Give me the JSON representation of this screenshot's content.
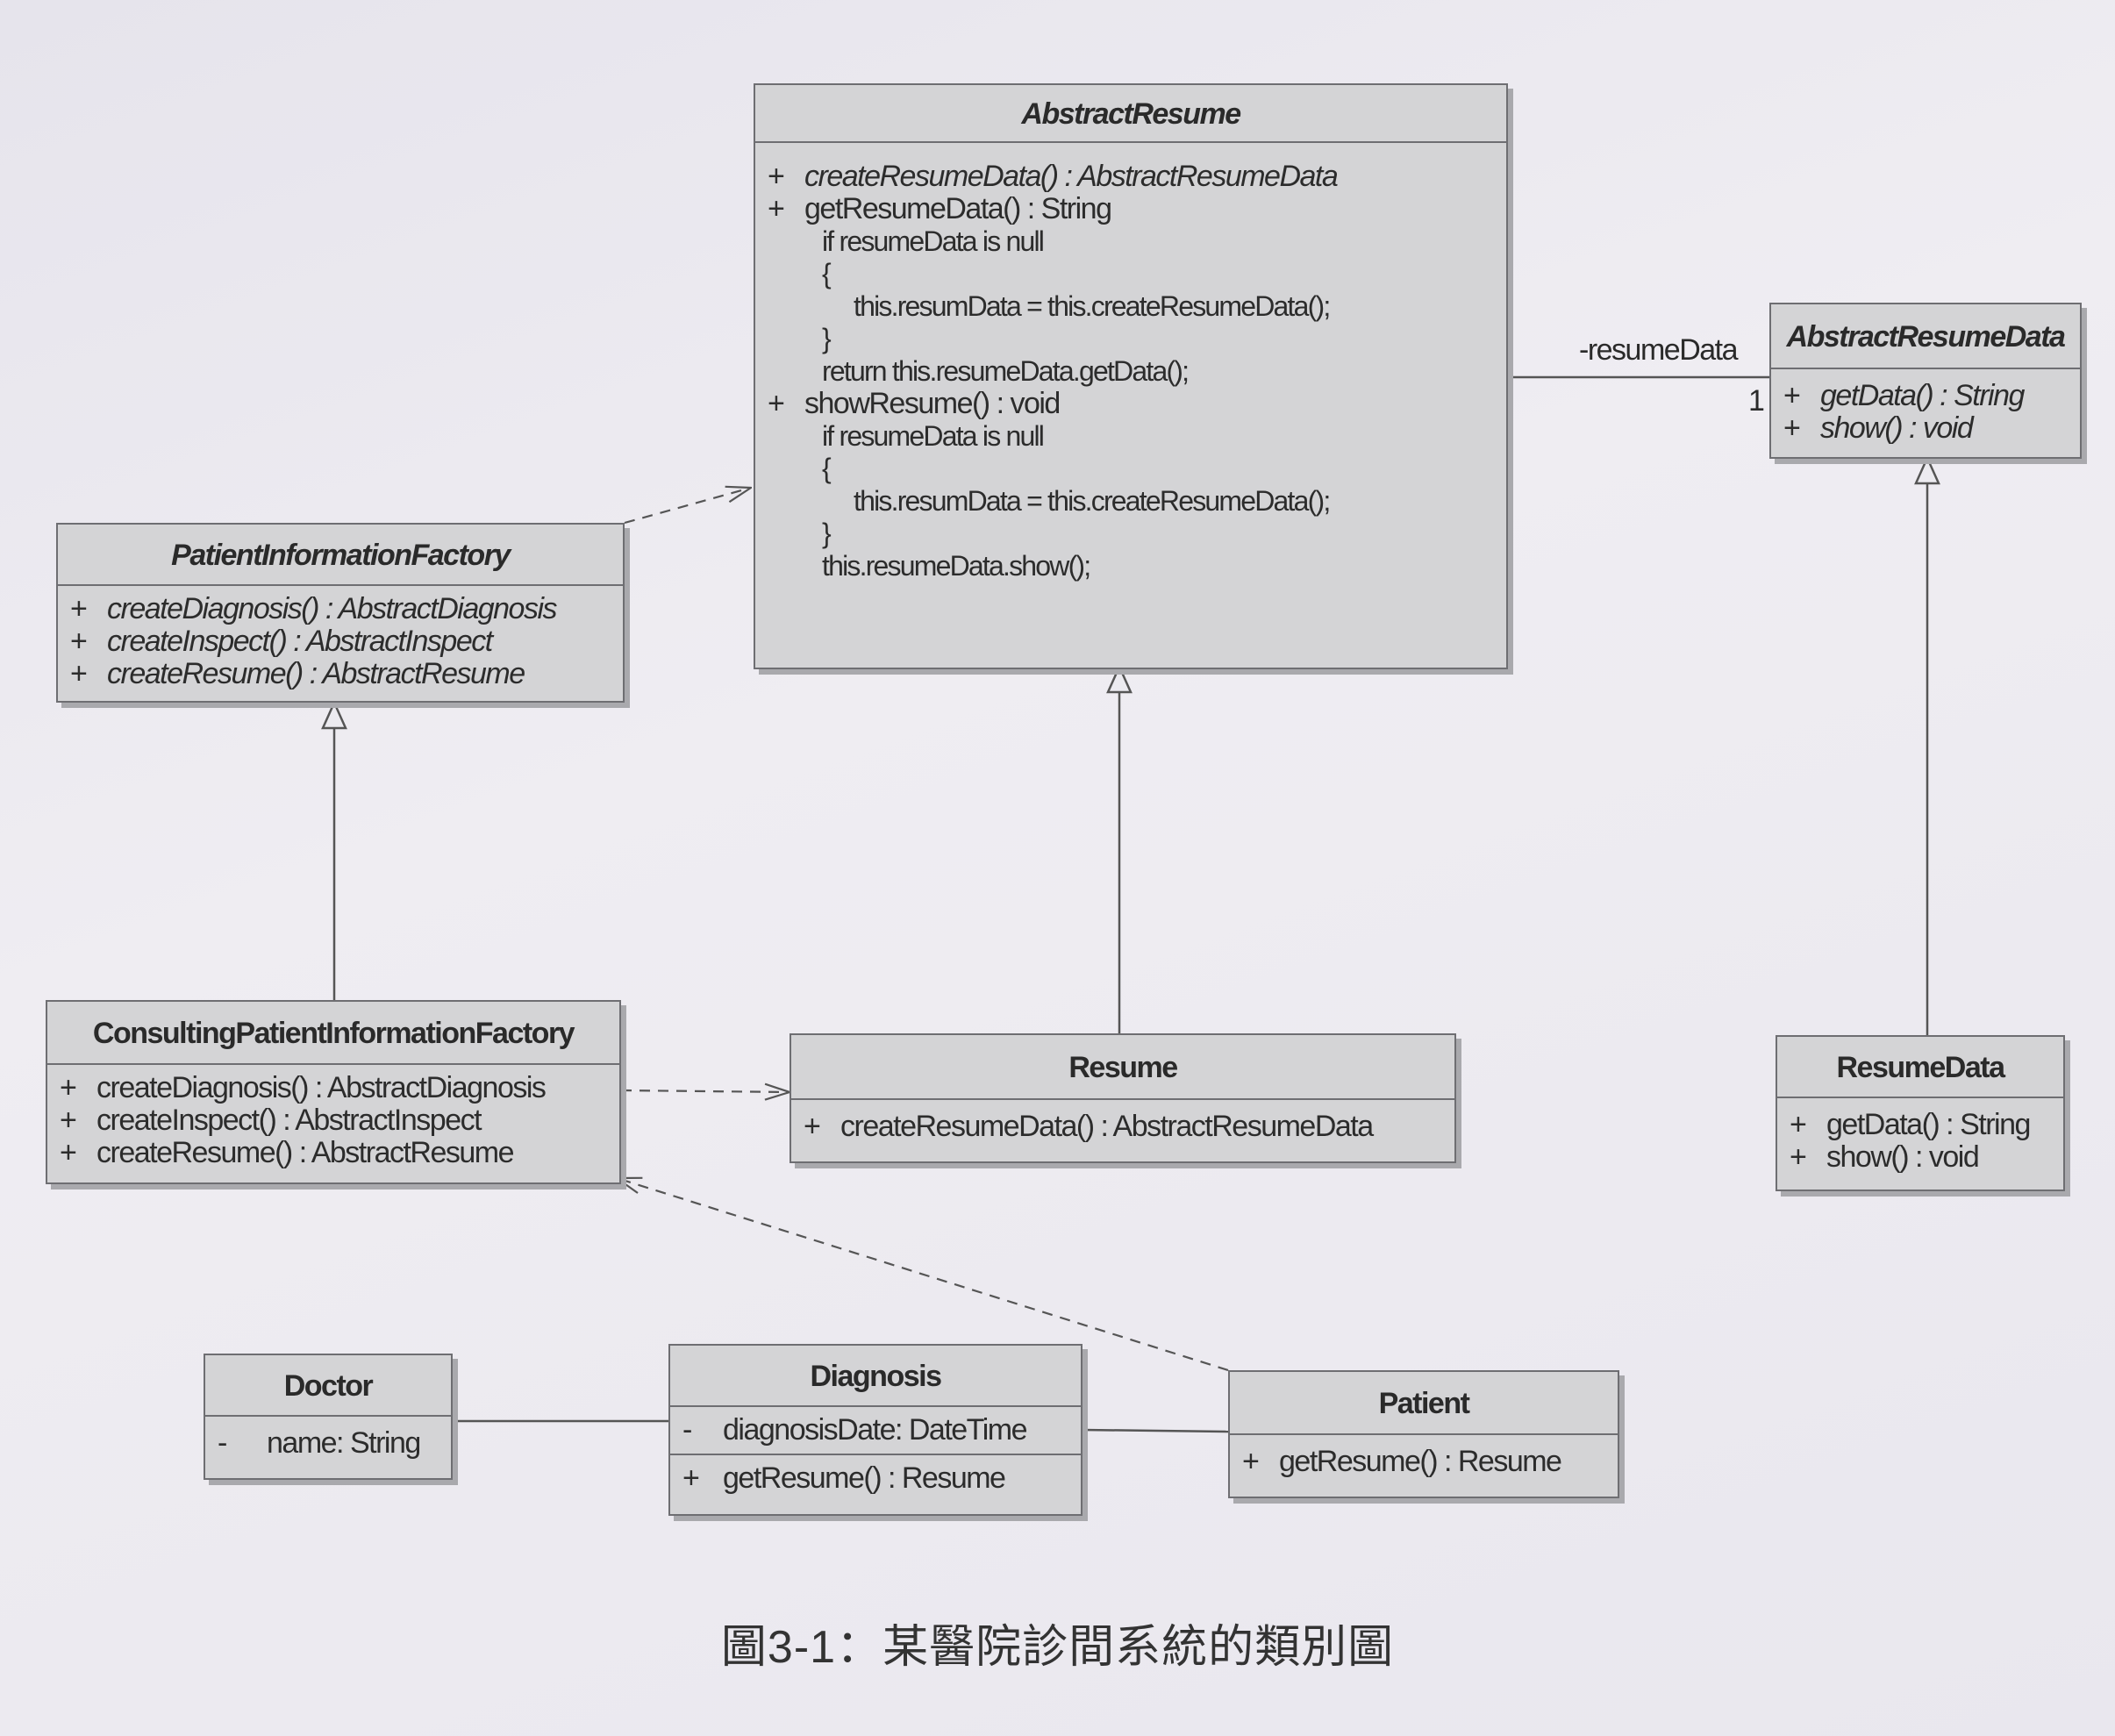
{
  "classes": {
    "abstract_resume": {
      "name": "AbstractResume",
      "ops": [
        {
          "vis": "+",
          "sig": "createResumeData() : AbstractResumeData"
        },
        {
          "vis": "+",
          "sig": "getResumeData() : String"
        },
        {
          "vis": "+",
          "sig": "showResume() : void"
        }
      ],
      "get_body": [
        "if resumeData is null",
        "{",
        "this.resumData = this.createResumeData();",
        "}",
        "return this.resumeData.getData();"
      ],
      "show_body": [
        "if resumeData is null",
        "{",
        "this.resumData = this.createResumeData();",
        "}",
        "this.resumeData.show();"
      ]
    },
    "abstract_resume_data": {
      "name": "AbstractResumeData",
      "ops": [
        {
          "vis": "+",
          "sig": "getData() : String"
        },
        {
          "vis": "+",
          "sig": "show() : void"
        }
      ]
    },
    "patient_information_factory": {
      "name": "PatientInformationFactory",
      "ops": [
        {
          "vis": "+",
          "sig": "createDiagnosis() : AbstractDiagnosis"
        },
        {
          "vis": "+",
          "sig": "createInspect() : AbstractInspect"
        },
        {
          "vis": "+",
          "sig": "createResume() : AbstractResume"
        }
      ]
    },
    "consulting_factory": {
      "name": "ConsultingPatientInformationFactory",
      "ops": [
        {
          "vis": "+",
          "sig": "createDiagnosis() : AbstractDiagnosis"
        },
        {
          "vis": "+",
          "sig": "createInspect() : AbstractInspect"
        },
        {
          "vis": "+",
          "sig": "createResume() : AbstractResume"
        }
      ]
    },
    "resume": {
      "name": "Resume",
      "ops": [
        {
          "vis": "+",
          "sig": "createResumeData() : AbstractResumeData"
        }
      ]
    },
    "resume_data": {
      "name": "ResumeData",
      "ops": [
        {
          "vis": "+",
          "sig": "getData() : String"
        },
        {
          "vis": "+",
          "sig": "show() : void"
        }
      ]
    },
    "doctor": {
      "name": "Doctor",
      "attrs": [
        {
          "vis": "-",
          "sig": "name:  String"
        }
      ]
    },
    "diagnosis": {
      "name": "Diagnosis",
      "attrs": [
        {
          "vis": "-",
          "sig": "diagnosisDate:  DateTime"
        }
      ],
      "ops": [
        {
          "vis": "+",
          "sig": "getResume() : Resume"
        }
      ]
    },
    "patient": {
      "name": "Patient",
      "ops": [
        {
          "vis": "+",
          "sig": "getResume() : Resume"
        }
      ]
    }
  },
  "association": {
    "role": "-resumeData",
    "multiplicity": "1"
  },
  "caption": "圖3-1：某醫院診間系統的類別圖"
}
